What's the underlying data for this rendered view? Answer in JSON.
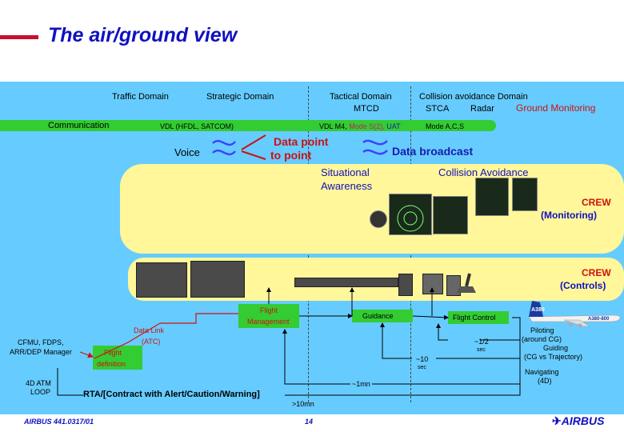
{
  "title": "The air/ground view",
  "domains": {
    "traffic": "Traffic Domain",
    "strategic": "Strategic Domain",
    "tactical": "Tactical Domain",
    "mtcd": "MTCD",
    "collision": "Collision avoidance Domain",
    "stca": "STCA",
    "radar": "Radar",
    "ground_monitoring": "Ground Monitoring"
  },
  "band": {
    "communication": "Communication",
    "vdl": "VDL (HFDL, SATCOM)",
    "vdl_m4_a": "VDL M4,",
    "vdl_m4_b": "Mode S(2),",
    "vdl_m4_c": "UAT",
    "mode_acs": "Mode A,C,S"
  },
  "labels": {
    "voice": "Voice",
    "data_point_1": "Data point",
    "data_point_2": "to point",
    "data_broadcast": "Data broadcast",
    "situational_1": "Situational",
    "situational_2": "Awareness",
    "collision_avoidance": "Collision Avoidance",
    "crew_mon_1": "CREW",
    "crew_mon_2": "(Monitoring)",
    "crew_ctl_1": "CREW",
    "crew_ctl_2": "(Controls)"
  },
  "loop": {
    "flight_mgmt_1": "Flight",
    "flight_mgmt_2": "Management",
    "guidance": "Guidance",
    "flight_control": "Flight Control",
    "data_link_1": "Data Link",
    "data_link_2": "(ATC)",
    "flight_def_1": "Flight",
    "flight_def_2": "definition",
    "cfmu_1": "CFMU, FDPS,",
    "cfmu_2": "ARR/DEP Manager",
    "atm_1": "4D ATM",
    "atm_2": "LOOP",
    "rta": "RTA/[Contract  with Alert/Caution/Warning]",
    "t_half": "~1/2",
    "t_half_unit": "sec",
    "t_ten": "~10",
    "t_ten_unit": "sec",
    "t_min": "~1mn",
    "t_10min": ">10mn"
  },
  "piloting": {
    "p1": "Piloting",
    "p2": "(around CG)",
    "p3": "Guiding",
    "p4": "(CG vs Trajectory)",
    "n1": "Navigating",
    "n2": "(4D)",
    "aircraft_label": "A380-800",
    "aircraft_tail": "A380"
  },
  "footer": {
    "left": "AIRBUS 441.0317/01",
    "page": "14",
    "brand": "AIRBUS"
  }
}
